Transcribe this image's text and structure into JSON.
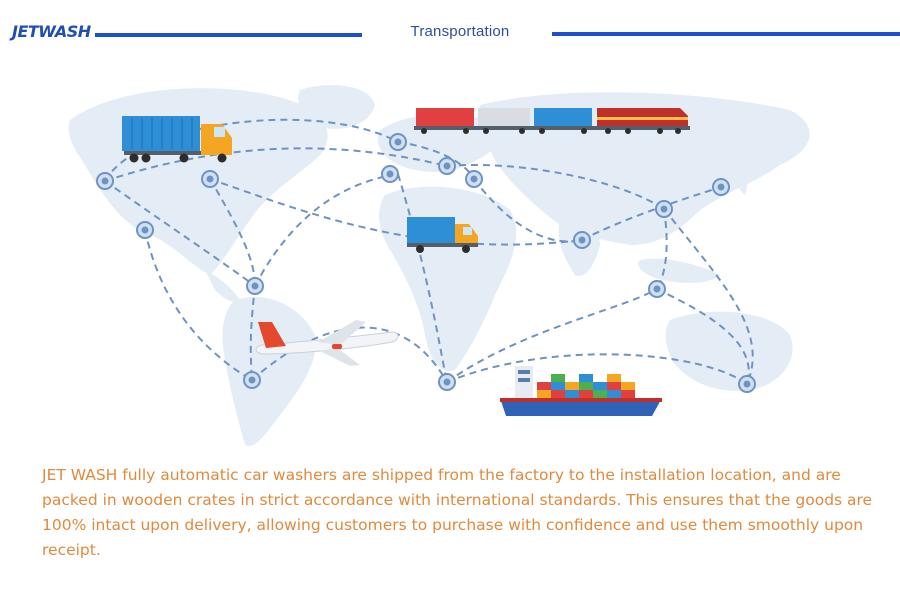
{
  "header": {
    "logo_text": "JETWASH",
    "title": "Transportation"
  },
  "colors": {
    "brand_blue": "#1e4fd1",
    "map_land": "#e4edf5",
    "route_line": "#6f93c0",
    "text_orange": "#e08a3c"
  },
  "illustration": {
    "icons": [
      "world-map",
      "container-truck-icon",
      "train-icon",
      "delivery-van-icon",
      "airplane-icon",
      "container-ship-icon",
      "location-pin-icon"
    ]
  },
  "description": "JET WASH fully automatic car washers are shipped from the factory to the installation location, and are packed in wooden crates in strict accordance with international standards. This ensures that the goods are 100% intact upon delivery, allowing customers to purchase with confidence and use them smoothly upon receipt."
}
